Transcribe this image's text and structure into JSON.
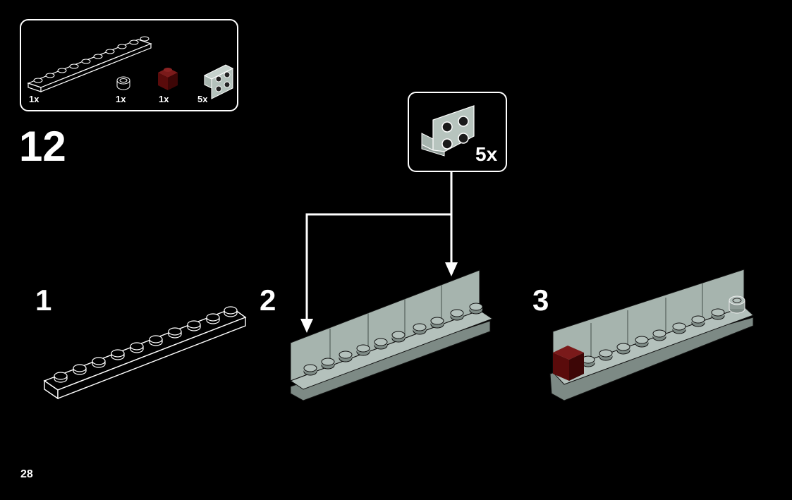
{
  "parts_list": {
    "items": [
      {
        "part": "long-plate-icon",
        "qty": "1x"
      },
      {
        "part": "round-stud-icon",
        "qty": "1x"
      },
      {
        "part": "dark-red-brick-icon",
        "qty": "1x"
      },
      {
        "part": "angle-bracket-icon",
        "qty": "5x"
      }
    ]
  },
  "step": {
    "number": "12"
  },
  "callout": {
    "part": "angle-bracket-icon",
    "qty": "5x"
  },
  "substeps": [
    {
      "label": "1"
    },
    {
      "label": "2"
    },
    {
      "label": "3"
    }
  ],
  "page": {
    "number": "28"
  },
  "colors": {
    "background": "#000000",
    "part_light_gray": "#a6b4ae",
    "dark_red": "#5a0b0b",
    "outline": "#ffffff"
  }
}
